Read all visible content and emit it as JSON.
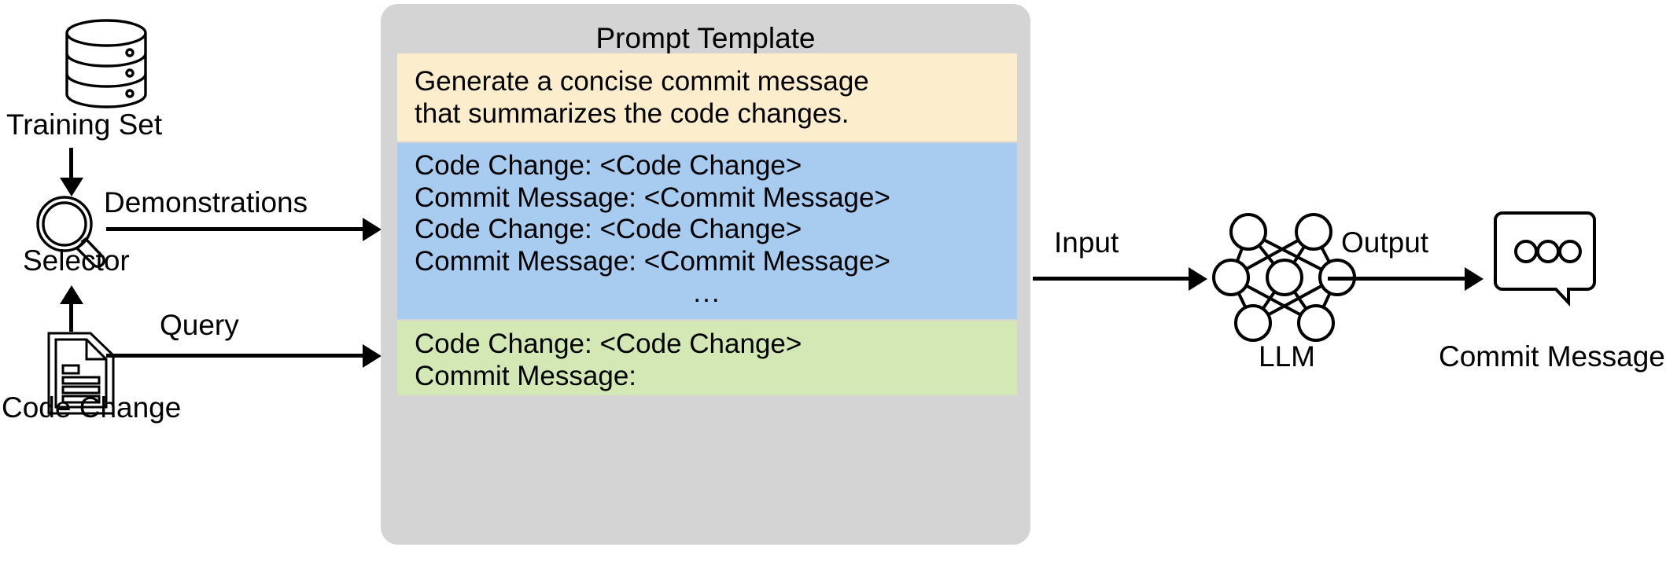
{
  "diagram": {
    "title_not_shown": "",
    "left_column": {
      "training_set": {
        "label": "Training Set",
        "icon": "database-icon"
      },
      "selector": {
        "label": "Selector",
        "icon": "magnifier-icon"
      },
      "code_change": {
        "label": "Code Change",
        "icon": "document-icon"
      }
    },
    "edges": {
      "demonstrations": "Demonstrations",
      "query": "Query",
      "input": "Input",
      "output": "Output"
    },
    "prompt_template": {
      "title": "Prompt Template",
      "instruction": {
        "lines": [
          "Generate a concise commit message",
          "that summarizes the code changes."
        ],
        "color": "#fcedcd"
      },
      "demonstrations": {
        "lines": [
          "Code Change: <Code Change>",
          "Commit Message: <Commit Message>",
          "Code Change: <Code Change>",
          "Commit Message: <Commit Message>"
        ],
        "ellipsis": "...",
        "color": "#a8cbf0"
      },
      "query": {
        "lines": [
          "Code Change: <Code Change>",
          "Commit Message:"
        ],
        "color": "#d3e8b4"
      },
      "panel_color": "#d4d4d4"
    },
    "right_column": {
      "llm": {
        "label": "LLM",
        "icon": "neural-network-icon"
      },
      "commit_message": {
        "label": "Commit Message",
        "icon": "speech-bubble-icon"
      }
    }
  }
}
